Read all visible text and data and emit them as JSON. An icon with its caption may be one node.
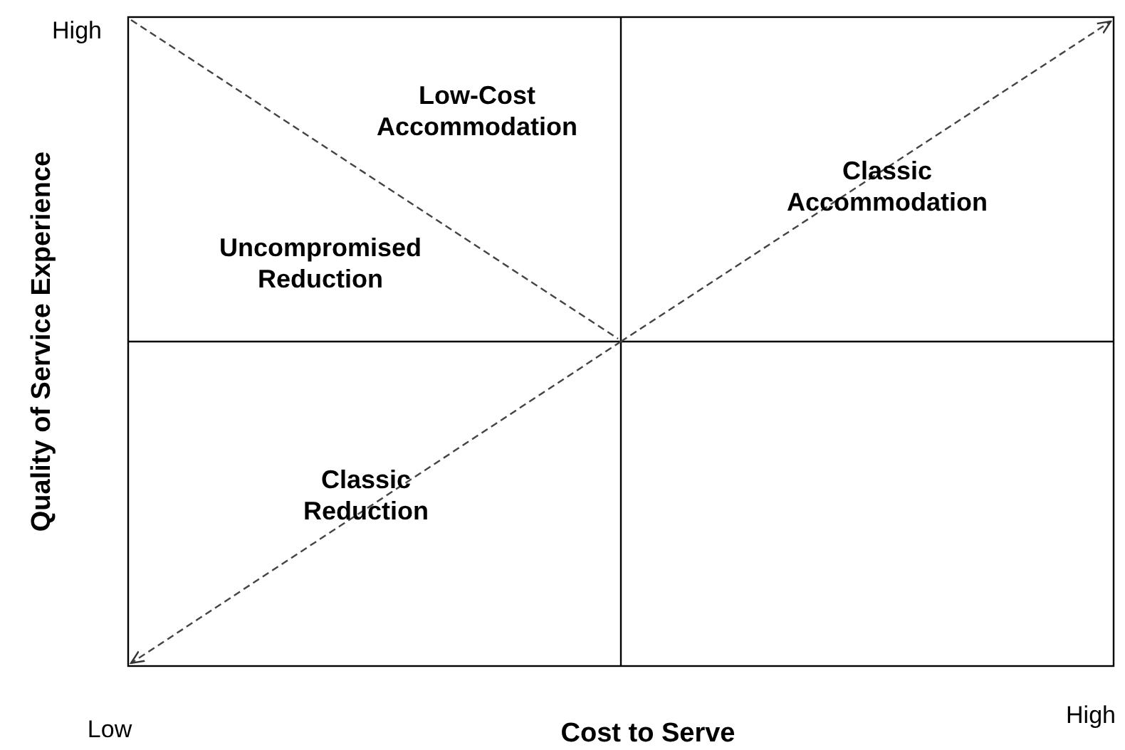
{
  "diagram": {
    "labels": [
      "High",
      "Low-Cost Accommodation",
      "Classic Accommodation",
      "Uncompromised Reduction",
      "Quality of Service Experience",
      "Classic Reduction",
      "Low",
      "High",
      "Cost to Serve"
    ]
  }
}
